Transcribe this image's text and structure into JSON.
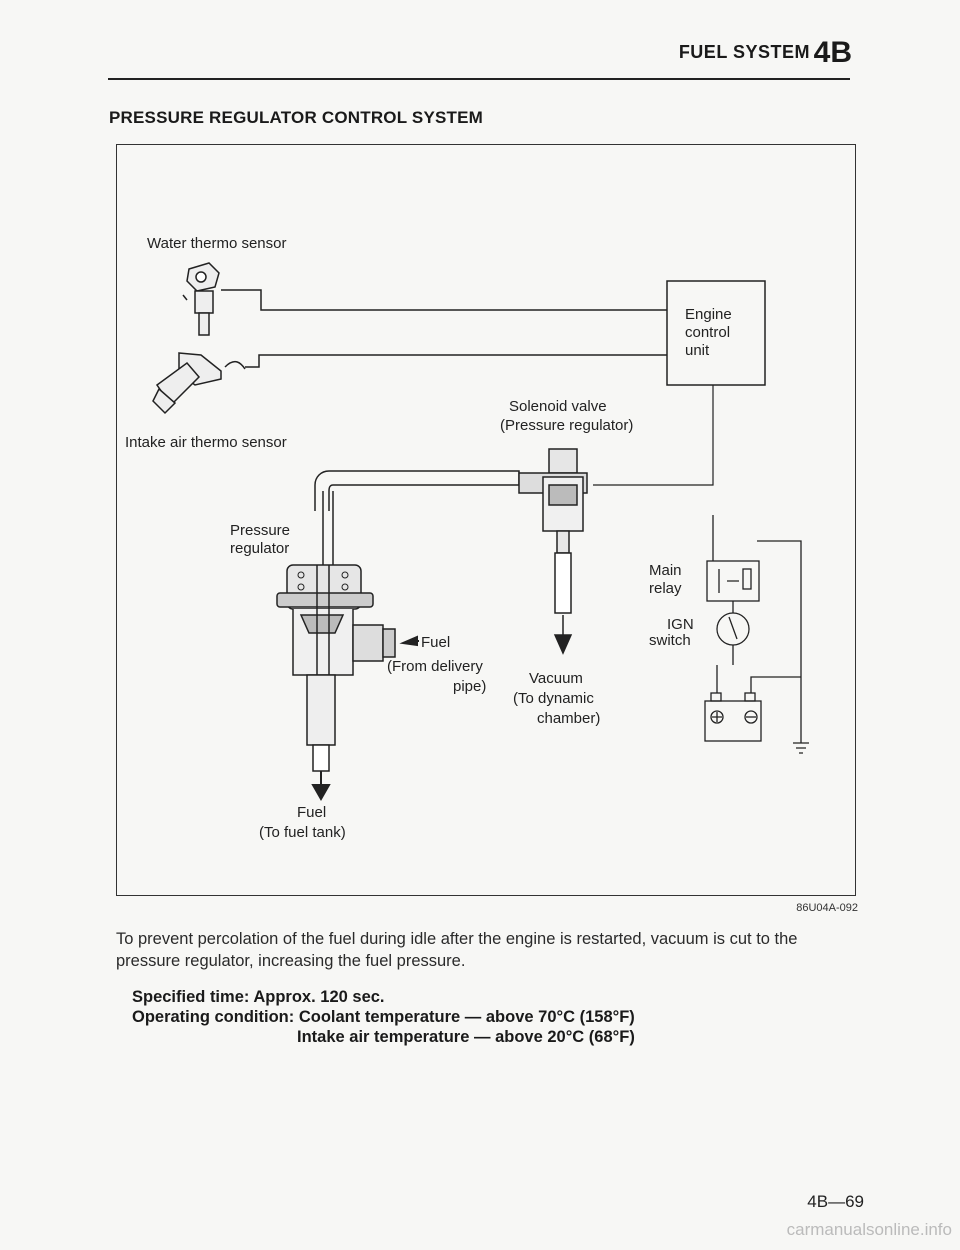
{
  "header": {
    "title": "FUEL SYSTEM",
    "section": "4B"
  },
  "section_title": "PRESSURE REGULATOR CONTROL SYSTEM",
  "diagram": {
    "labels": {
      "water_thermo_sensor": "Water thermo sensor",
      "intake_air_thermo_sensor": "Intake air thermo sensor",
      "engine_control_unit": [
        "Engine",
        "control",
        "unit"
      ],
      "solenoid_valve": [
        "Solenoid valve",
        "(Pressure regulator)"
      ],
      "pressure_regulator": [
        "Pressure",
        "regulator"
      ],
      "fuel_in": [
        "Fuel",
        "(From delivery",
        "pipe)"
      ],
      "vacuum": [
        "Vacuum",
        "(To dynamic",
        "chamber)"
      ],
      "main_relay": [
        "Main",
        "relay"
      ],
      "ign_switch": [
        "IGN",
        "switch"
      ],
      "fuel_out": [
        "Fuel",
        "(To fuel tank)"
      ]
    },
    "code": "86U04A-092"
  },
  "body_text": "To prevent percolation of the fuel during idle after the engine is restarted, vacuum is cut to the pressure regulator, increasing the fuel pressure.",
  "specs": {
    "time_label": "Specified time:",
    "time_value": "Approx. 120 sec.",
    "condition_label": "Operating condition:",
    "condition_1": "Coolant temperature — above 70°C (158°F)",
    "condition_2": "Intake air temperature — above 20°C (68°F)"
  },
  "page_number": "4B—69",
  "watermark": "carmanualsonline.info"
}
